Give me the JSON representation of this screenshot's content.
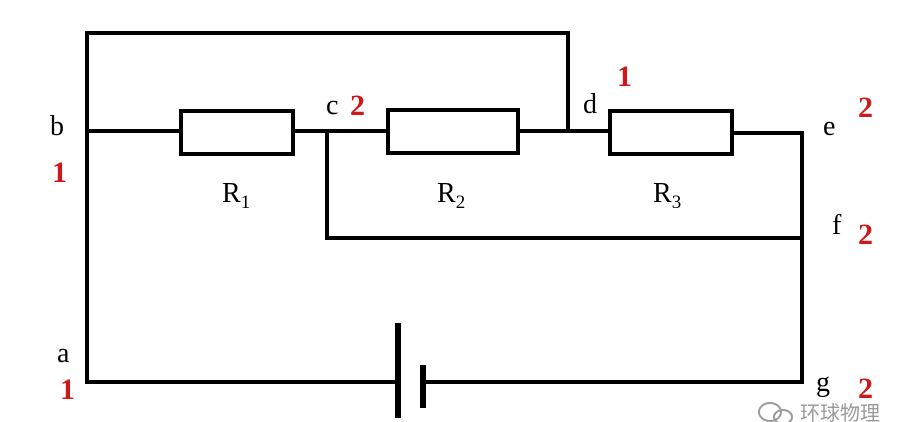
{
  "colors": {
    "wire": "#000000",
    "label": "#000000",
    "potential": "#d01818",
    "watermark": "#9a9a9a"
  },
  "nodes": {
    "a": {
      "label": "a",
      "potential": "1"
    },
    "b": {
      "label": "b",
      "potential": "1"
    },
    "c": {
      "label": "c",
      "potential": "2"
    },
    "d": {
      "label": "d",
      "potential": "1"
    },
    "e": {
      "label": "e",
      "potential": "2"
    },
    "f": {
      "label": "f",
      "potential": "2"
    },
    "g": {
      "label": "g",
      "potential": "2"
    }
  },
  "resistors": [
    {
      "name": "R",
      "sub": "1"
    },
    {
      "name": "R",
      "sub": "2"
    },
    {
      "name": "R",
      "sub": "3"
    }
  ],
  "watermark": {
    "icon": "wechat-icon",
    "text": "环球物理"
  }
}
